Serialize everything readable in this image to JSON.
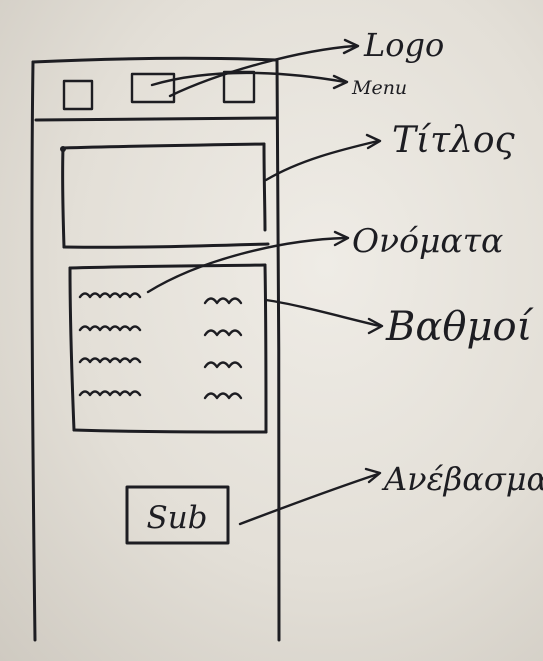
{
  "wireframe": {
    "submit_button_label": "Sub"
  },
  "annotations": {
    "logo": "Logo",
    "menu": "Menu",
    "title": "Τίτλος",
    "names": "Ονόματα",
    "grades": "Βαθμοί",
    "upload": "Ανέβασμα"
  },
  "colors": {
    "ink": "#1d1d22",
    "paper": "#ebe7e0"
  }
}
